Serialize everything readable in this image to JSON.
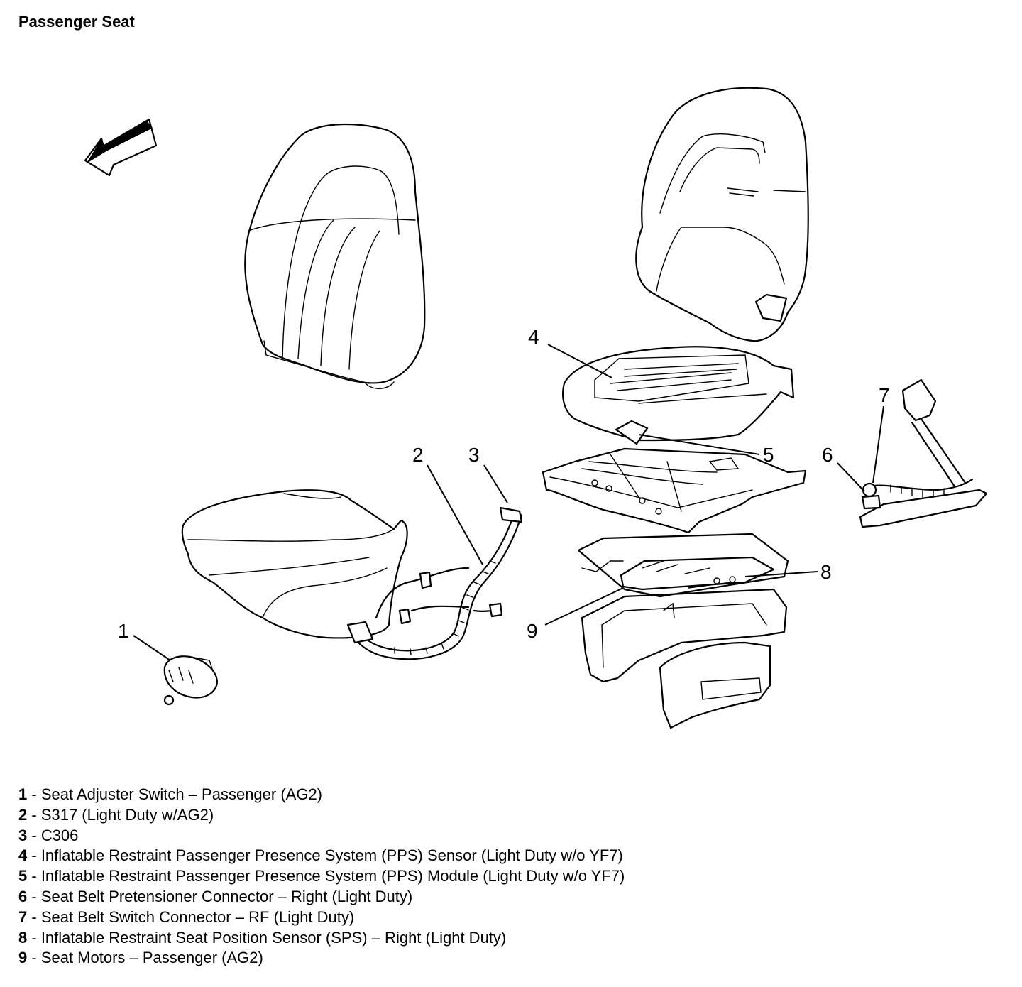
{
  "title": "Passenger Seat",
  "callouts": [
    "1",
    "2",
    "3",
    "4",
    "5",
    "6",
    "7",
    "8",
    "9"
  ],
  "legend": [
    {
      "num": "1",
      "sep": " - ",
      "text": "Seat Adjuster Switch – Passenger (AG2)"
    },
    {
      "num": "2",
      "sep": " - ",
      "text": "S317 (Light Duty w/AG2)"
    },
    {
      "num": "3",
      "sep": " - ",
      "text": "C306"
    },
    {
      "num": "4",
      "sep": " - ",
      "text": "Inflatable Restraint Passenger Presence System (PPS) Sensor (Light Duty w/o YF7)"
    },
    {
      "num": "5",
      "sep": " - ",
      "text": "Inflatable Restraint Passenger Presence System (PPS) Module (Light Duty w/o YF7)"
    },
    {
      "num": "6",
      "sep": " - ",
      "text": "Seat Belt Pretensioner Connector – Right (Light Duty)"
    },
    {
      "num": "7",
      "sep": " - ",
      "text": "Seat Belt Switch Connector – RF (Light Duty)"
    },
    {
      "num": "8",
      "sep": " - ",
      "text": "Inflatable Restraint Seat Position Sensor (SPS) – Right (Light Duty)"
    },
    {
      "num": "9",
      "sep": " - ",
      "text": "Seat Motors – Passenger (AG2)"
    }
  ]
}
